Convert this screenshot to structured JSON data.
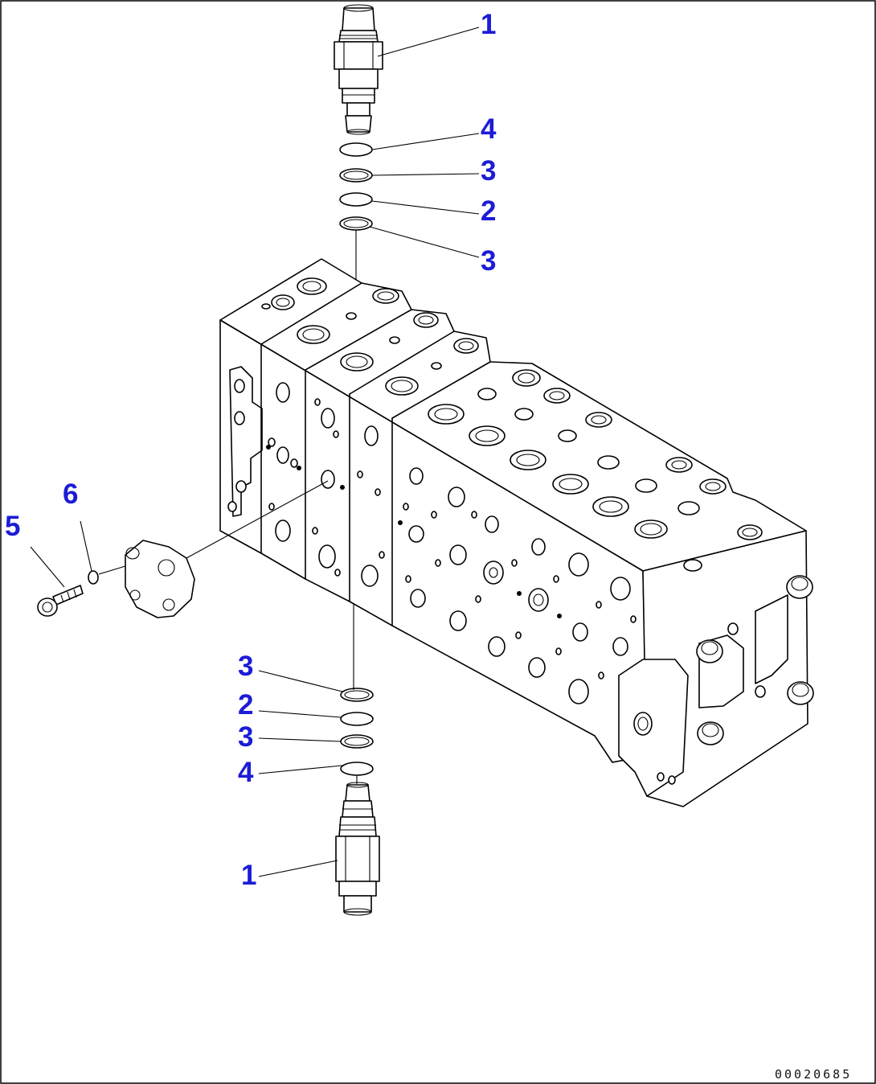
{
  "callouts": {
    "top_valve": "1",
    "top_ring_a": "4",
    "top_ring_b": "3",
    "top_ring_c": "2",
    "top_ring_d": "3",
    "bottom_ring_a": "3",
    "bottom_ring_b": "2",
    "bottom_ring_c": "3",
    "bottom_ring_d": "4",
    "bottom_valve": "1",
    "bolt": "5",
    "washer": "6"
  },
  "document_number": "00020685",
  "colors": {
    "callout": "#1c1cd6",
    "line": "#000000",
    "background": "#ffffff"
  }
}
